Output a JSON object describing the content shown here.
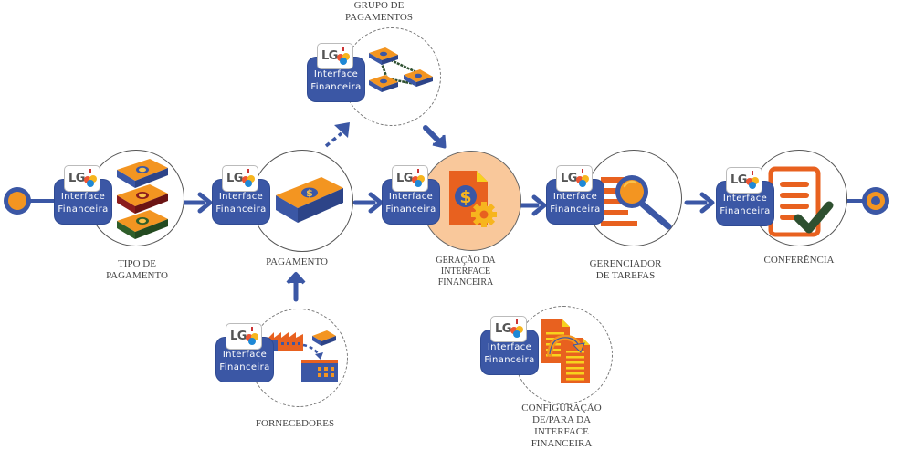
{
  "colors": {
    "primary_blue": "#3b57a5",
    "accent_orange": "#f39521",
    "icon_orange": "#e8611f",
    "highlight_peach": "#f9c89b",
    "check_green": "#2e5030",
    "text_gray": "#444444"
  },
  "badge": {
    "logo_text": "LG",
    "line1": "Interface",
    "line2": "Financeira"
  },
  "start_node": {
    "icon": "start-circle-icon"
  },
  "end_node": {
    "icon": "end-target-icon"
  },
  "steps": [
    {
      "id": "tipo-pagamento",
      "label_lines": [
        "TIPO DE",
        "PAGAMENTO"
      ],
      "icon": "stacked-money-icon",
      "style": "solid"
    },
    {
      "id": "pagamento",
      "label_lines": [
        "PAGAMENTO"
      ],
      "icon": "money-bundle-icon",
      "style": "solid"
    },
    {
      "id": "grupo-pagamentos",
      "label_lines": [
        "GRUPO DE",
        "PAGAMENTOS"
      ],
      "icon": "linked-money-icon",
      "style": "dashed"
    },
    {
      "id": "geracao-interface",
      "label_lines": [
        "GERAÇÃO DA",
        "INTERFACE",
        "FINANCEIRA"
      ],
      "icon": "document-dollar-gear-icon",
      "style": "highlighted"
    },
    {
      "id": "gerenciador-tarefas",
      "label_lines": [
        "GERENCIADOR",
        "DE TAREFAS"
      ],
      "icon": "magnifier-list-icon",
      "style": "solid"
    },
    {
      "id": "conferencia",
      "label_lines": [
        "CONFERÊNCIA"
      ],
      "icon": "document-check-icon",
      "style": "solid"
    },
    {
      "id": "fornecedores",
      "label_lines": [
        "FORNECEDORES"
      ],
      "icon": "factory-transfer-icon",
      "style": "dashed"
    },
    {
      "id": "configuracao-depara",
      "label_lines": [
        "CONFIGURAÇÃO",
        "DE/PARA DA",
        "INTERFACE",
        "FINANCEIRA"
      ],
      "icon": "documents-sync-icon",
      "style": "dashed"
    }
  ],
  "connections": [
    {
      "from": "start",
      "to": "tipo-pagamento",
      "type": "line"
    },
    {
      "from": "tipo-pagamento",
      "to": "pagamento",
      "type": "arrow"
    },
    {
      "from": "pagamento",
      "to": "grupo-pagamentos",
      "type": "dashed-arrow"
    },
    {
      "from": "grupo-pagamentos",
      "to": "geracao-interface",
      "type": "arrow"
    },
    {
      "from": "pagamento",
      "to": "geracao-interface",
      "type": "arrow"
    },
    {
      "from": "fornecedores",
      "to": "pagamento",
      "type": "arrow"
    },
    {
      "from": "geracao-interface",
      "to": "gerenciador-tarefas",
      "type": "arrow"
    },
    {
      "from": "gerenciador-tarefas",
      "to": "conferencia",
      "type": "arrow"
    },
    {
      "from": "conferencia",
      "to": "end",
      "type": "line"
    }
  ]
}
